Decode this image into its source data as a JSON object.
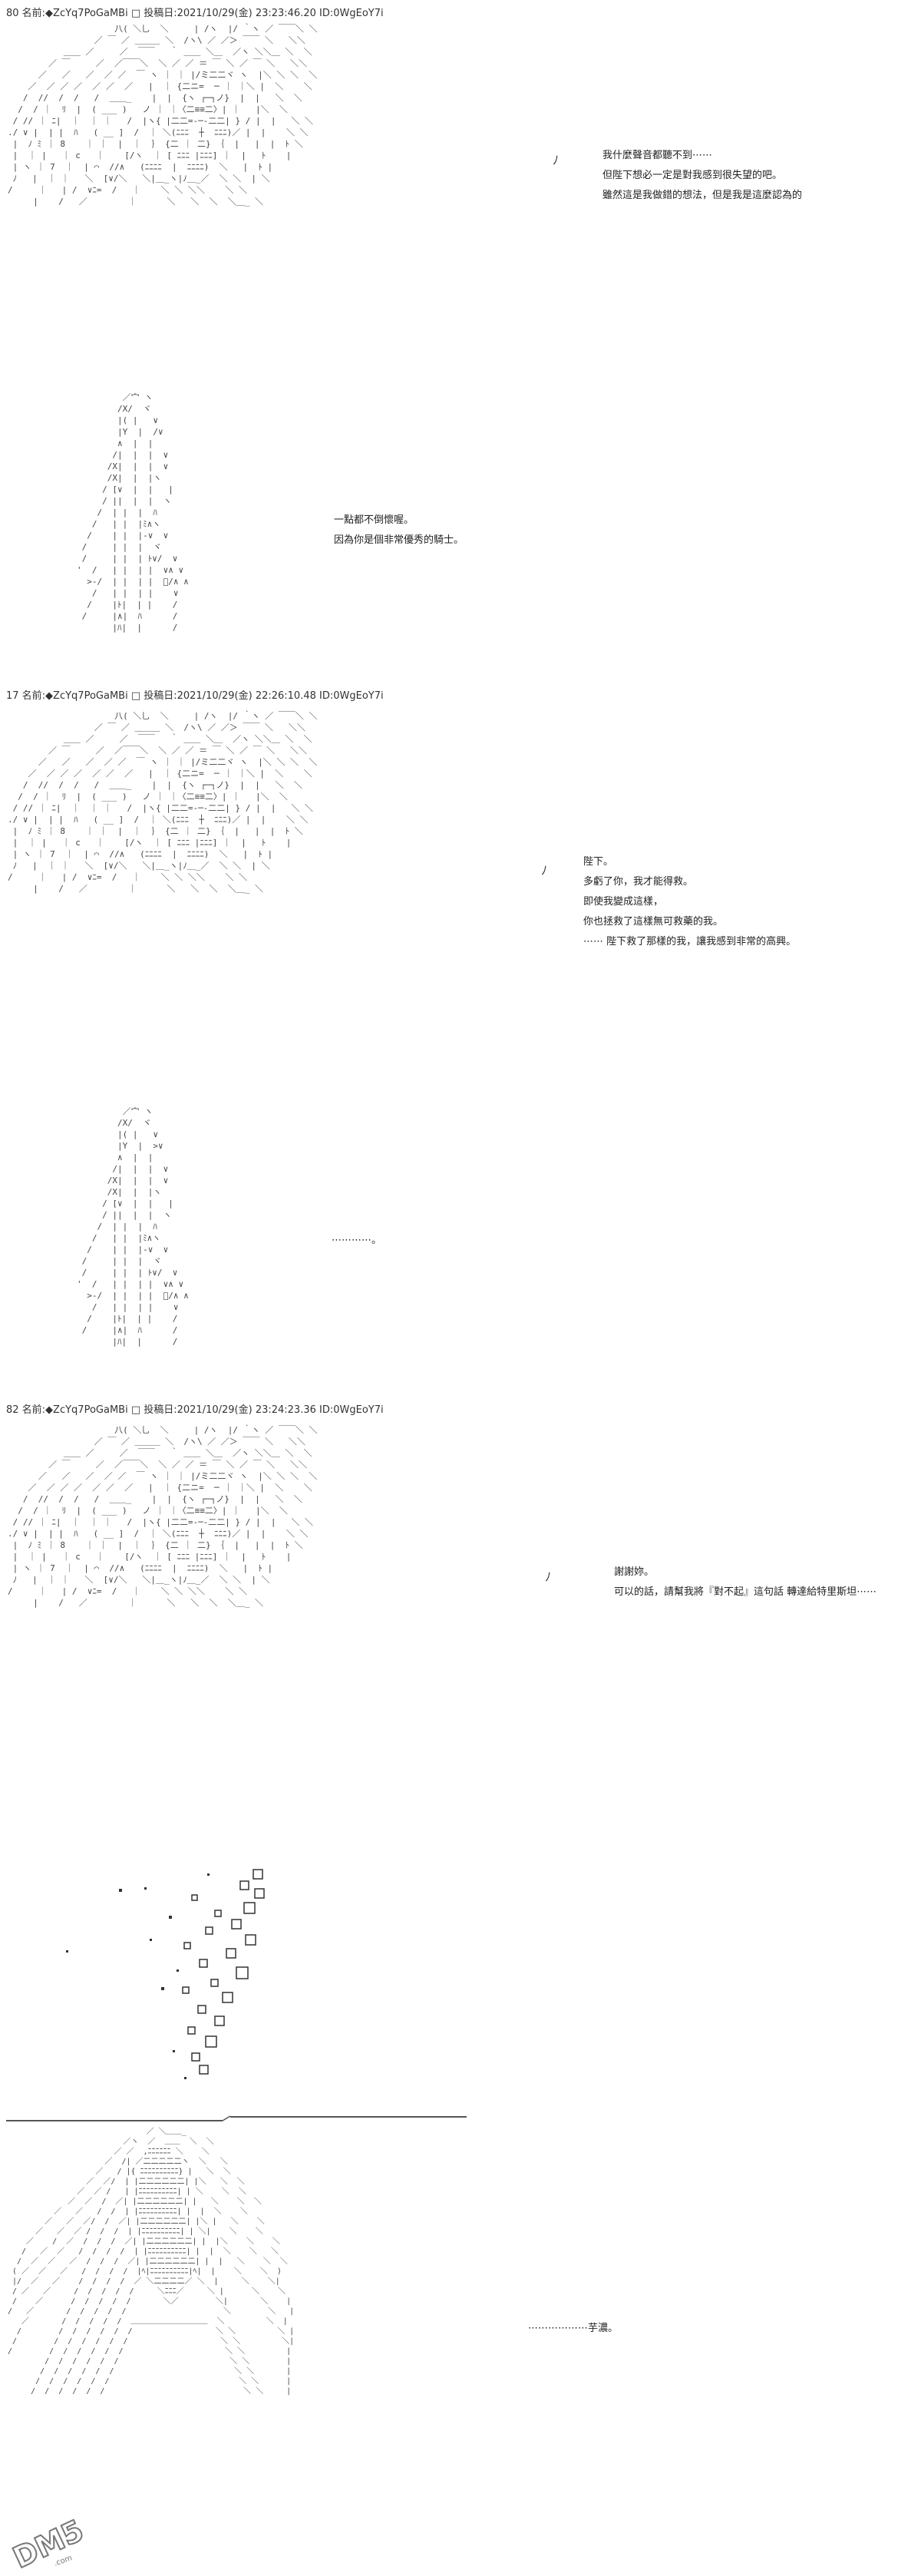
{
  "posts": [
    {
      "header": "80 名前:◆ZcYq7PoGaMBi □ 投稿日:2021/10/29(金) 23:23:46.20 ID:0WgEoY7i",
      "scene1_lines": [
        "我什麼聲音都聽不到⋯⋯",
        "但陛下想必一定是對我感到很失望的吧。",
        "雖然這是我做錯的想法，但是我是這麼認為的"
      ],
      "scene2_lines": [
        "一點都不倒懷喔。",
        "因為你是個非常優秀的騎士。"
      ]
    },
    {
      "header": "17 名前:◆ZcYq7PoGaMBi □ 投稿日:2021/10/29(金) 22:26:10.48 ID:0WgEoY7i",
      "scene1_lines": [
        "陛下。",
        "多虧了你，我才能得救。",
        "即使我變成這樣，",
        "你也拯救了這樣無可救藥的我。",
        "⋯⋯ 陛下救了那樣的我，讓我感到非常的高興。"
      ],
      "scene2_lines": [
        "⋯⋯⋯⋯。"
      ]
    },
    {
      "header": "82 名前:◆ZcYq7PoGaMBi □ 投稿日:2021/10/29(金) 23:24:23.36 ID:0WgEoY7i",
      "scene1_lines": [
        "謝謝妳。",
        "可以的話，請幫我將『對不起』這句話 轉達給特里斯坦⋯⋯"
      ],
      "final_line": "⋯⋯⋯⋯⋯⋯芋濃。"
    }
  ],
  "watermark": {
    "logo": "DM5",
    "site": ".com"
  }
}
